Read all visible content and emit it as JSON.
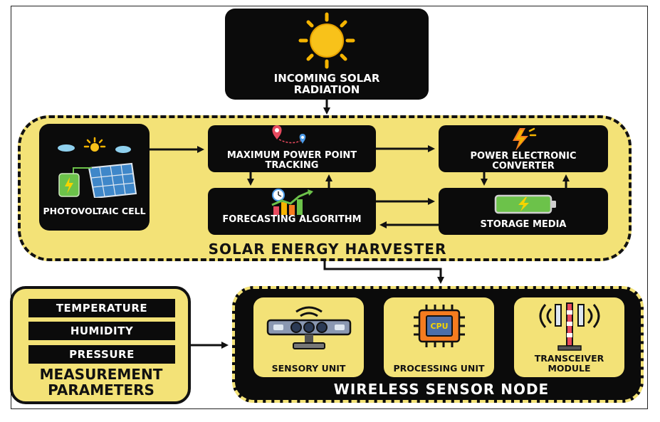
{
  "top": {
    "label": "INCOMING SOLAR RADIATION"
  },
  "harvester": {
    "title": "SOLAR ENERGY HARVESTER",
    "pv": "PHOTOVOLTAIC CELL",
    "mppt": "MAXIMUM POWER POINT TRACKING",
    "forecast": "FORECASTING ALGORITHM",
    "converter": "POWER ELECTRONIC CONVERTER",
    "storage": "STORAGE MEDIA"
  },
  "measurement": {
    "params": [
      "TEMPERATURE",
      "HUMIDITY",
      "PRESSURE"
    ],
    "title": "MEASUREMENT PARAMETERS"
  },
  "wsn": {
    "title": "WIRELESS SENSOR NODE",
    "sensory": "SENSORY UNIT",
    "processing": "PROCESSING UNIT",
    "cpu_text": "CPU",
    "transceiver": "TRANSCEIVER MODULE"
  },
  "colors": {
    "panel_yellow": "#f3e277",
    "block_black": "#0b0b0b",
    "sun_yellow": "#f5b400",
    "battery_green": "#6cc24a"
  }
}
